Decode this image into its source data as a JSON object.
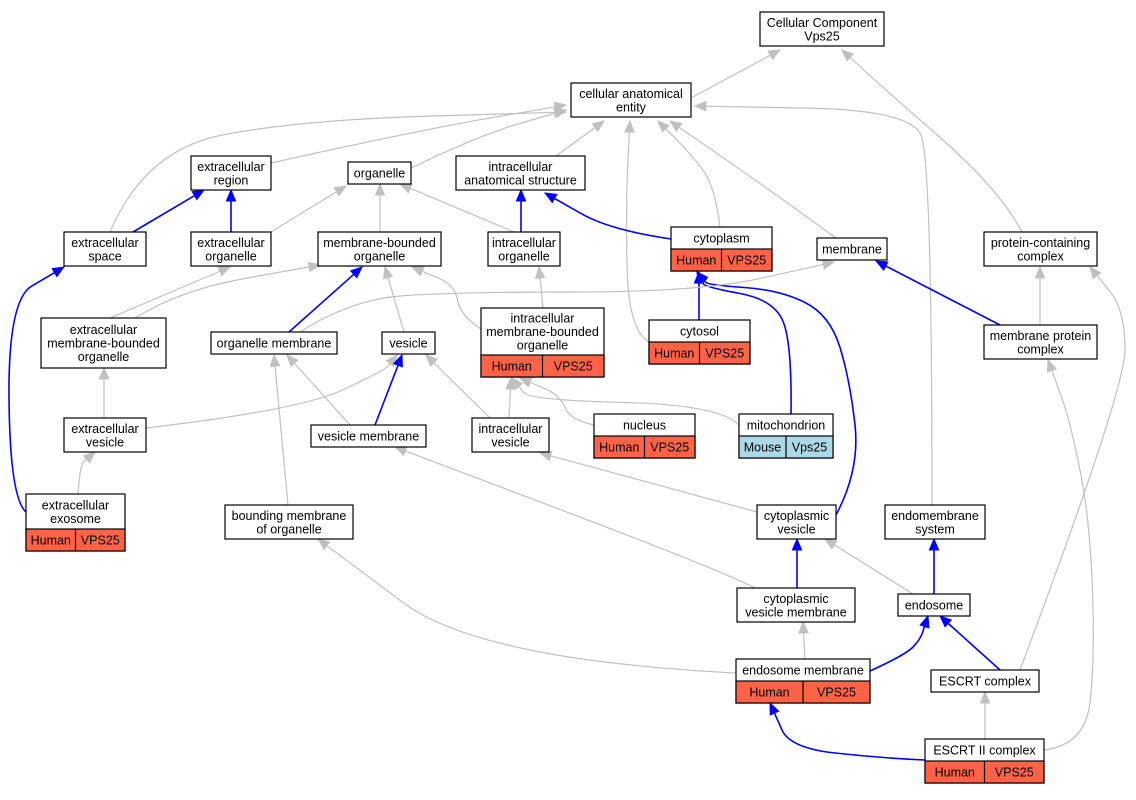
{
  "colors": {
    "human": "#ff6347",
    "mouse": "#add8e6",
    "is_a_edge": "#c0c0c0",
    "part_of_edge": "#0000ff"
  },
  "nodes": [
    {
      "id": "cc",
      "lines": [
        "Cellular Component",
        "Vps25"
      ]
    },
    {
      "id": "cae",
      "lines": [
        "cellular anatomical",
        "entity"
      ]
    },
    {
      "id": "er",
      "lines": [
        "extracellular",
        "region"
      ]
    },
    {
      "id": "organelle",
      "lines": [
        "organelle"
      ]
    },
    {
      "id": "ias",
      "lines": [
        "intracellular",
        "anatomical structure"
      ]
    },
    {
      "id": "es",
      "lines": [
        "extracellular",
        "space"
      ]
    },
    {
      "id": "eo",
      "lines": [
        "extracellular",
        "organelle"
      ]
    },
    {
      "id": "mbo",
      "lines": [
        "membrane-bounded",
        "organelle"
      ]
    },
    {
      "id": "io",
      "lines": [
        "intracellular",
        "organelle"
      ]
    },
    {
      "id": "cytoplasm",
      "lines": [
        "cytoplasm"
      ],
      "species": [
        [
          "Human",
          "VPS25"
        ]
      ]
    },
    {
      "id": "membrane",
      "lines": [
        "membrane"
      ]
    },
    {
      "id": "pcc",
      "lines": [
        "protein-containing",
        "complex"
      ]
    },
    {
      "id": "embo",
      "lines": [
        "extracellular",
        "membrane-bounded",
        "organelle"
      ]
    },
    {
      "id": "om",
      "lines": [
        "organelle membrane"
      ]
    },
    {
      "id": "vesicle",
      "lines": [
        "vesicle"
      ]
    },
    {
      "id": "imbo",
      "lines": [
        "intracellular",
        "membrane-bounded",
        "organelle"
      ],
      "species": [
        [
          "Human",
          "VPS25"
        ]
      ]
    },
    {
      "id": "cytosol",
      "lines": [
        "cytosol"
      ],
      "species": [
        [
          "Human",
          "VPS25"
        ]
      ]
    },
    {
      "id": "mpc",
      "lines": [
        "membrane protein",
        "complex"
      ]
    },
    {
      "id": "ev",
      "lines": [
        "extracellular",
        "vesicle"
      ]
    },
    {
      "id": "vm",
      "lines": [
        "vesicle membrane"
      ]
    },
    {
      "id": "iv",
      "lines": [
        "intracellular",
        "vesicle"
      ]
    },
    {
      "id": "nucleus",
      "lines": [
        "nucleus"
      ],
      "species": [
        [
          "Human",
          "VPS25"
        ]
      ]
    },
    {
      "id": "mito",
      "lines": [
        "mitochondrion"
      ],
      "species": [
        [
          "Mouse",
          "Vps25"
        ]
      ]
    },
    {
      "id": "exo",
      "lines": [
        "extracellular",
        "exosome"
      ],
      "species": [
        [
          "Human",
          "VPS25"
        ]
      ]
    },
    {
      "id": "bmo",
      "lines": [
        "bounding membrane",
        "of organelle"
      ]
    },
    {
      "id": "cv",
      "lines": [
        "cytoplasmic",
        "vesicle"
      ]
    },
    {
      "id": "ems",
      "lines": [
        "endomembrane",
        "system"
      ]
    },
    {
      "id": "cvm",
      "lines": [
        "cytoplasmic",
        "vesicle membrane"
      ]
    },
    {
      "id": "endosome",
      "lines": [
        "endosome"
      ]
    },
    {
      "id": "edm",
      "lines": [
        "endosome membrane"
      ],
      "species": [
        [
          "Human",
          "VPS25"
        ]
      ]
    },
    {
      "id": "escrt",
      "lines": [
        "ESCRT complex"
      ]
    },
    {
      "id": "escrt2",
      "lines": [
        "ESCRT II complex"
      ],
      "species": [
        [
          "Human",
          "VPS25"
        ]
      ]
    }
  ],
  "edges": [
    {
      "from": "cae",
      "to": "cc",
      "type": "is_a"
    },
    {
      "from": "pcc",
      "to": "cc",
      "type": "is_a"
    },
    {
      "from": "er",
      "to": "cae",
      "type": "is_a"
    },
    {
      "from": "organelle",
      "to": "cae",
      "type": "is_a"
    },
    {
      "from": "ias",
      "to": "cae",
      "type": "is_a"
    },
    {
      "from": "es",
      "to": "cae",
      "type": "is_a"
    },
    {
      "from": "cytoplasm",
      "to": "cae",
      "type": "is_a"
    },
    {
      "from": "cytosol",
      "to": "cae",
      "type": "is_a"
    },
    {
      "from": "membrane",
      "to": "cae",
      "type": "is_a"
    },
    {
      "from": "ems",
      "to": "cae",
      "type": "is_a"
    },
    {
      "from": "es",
      "to": "er",
      "type": "part_of"
    },
    {
      "from": "eo",
      "to": "er",
      "type": "part_of"
    },
    {
      "from": "eo",
      "to": "organelle",
      "type": "is_a"
    },
    {
      "from": "mbo",
      "to": "organelle",
      "type": "is_a"
    },
    {
      "from": "io",
      "to": "organelle",
      "type": "is_a"
    },
    {
      "from": "io",
      "to": "ias",
      "type": "part_of"
    },
    {
      "from": "cytoplasm",
      "to": "ias",
      "type": "part_of"
    },
    {
      "from": "embo",
      "to": "eo",
      "type": "is_a"
    },
    {
      "from": "embo",
      "to": "mbo",
      "type": "is_a"
    },
    {
      "from": "om",
      "to": "mbo",
      "type": "part_of"
    },
    {
      "from": "vesicle",
      "to": "mbo",
      "type": "is_a"
    },
    {
      "from": "imbo",
      "to": "mbo",
      "type": "is_a"
    },
    {
      "from": "imbo",
      "to": "io",
      "type": "is_a"
    },
    {
      "from": "cytosol",
      "to": "cytoplasm",
      "type": "part_of"
    },
    {
      "from": "mito",
      "to": "cytoplasm",
      "type": "part_of"
    },
    {
      "from": "cv",
      "to": "cytoplasm",
      "type": "part_of"
    },
    {
      "from": "om",
      "to": "membrane",
      "type": "is_a"
    },
    {
      "from": "mpc",
      "to": "membrane",
      "type": "part_of"
    },
    {
      "from": "mpc",
      "to": "pcc",
      "type": "is_a"
    },
    {
      "from": "escrt",
      "to": "pcc",
      "type": "is_a"
    },
    {
      "from": "ev",
      "to": "embo",
      "type": "is_a"
    },
    {
      "from": "ev",
      "to": "vesicle",
      "type": "is_a"
    },
    {
      "from": "vm",
      "to": "om",
      "type": "is_a"
    },
    {
      "from": "vm",
      "to": "vesicle",
      "type": "part_of"
    },
    {
      "from": "iv",
      "to": "vesicle",
      "type": "is_a"
    },
    {
      "from": "iv",
      "to": "imbo",
      "type": "is_a"
    },
    {
      "from": "nucleus",
      "to": "imbo",
      "type": "is_a"
    },
    {
      "from": "mito",
      "to": "imbo",
      "type": "is_a"
    },
    {
      "from": "exo",
      "to": "ev",
      "type": "is_a"
    },
    {
      "from": "exo",
      "to": "es",
      "type": "part_of"
    },
    {
      "from": "bmo",
      "to": "om",
      "type": "is_a"
    },
    {
      "from": "cv",
      "to": "iv",
      "type": "is_a"
    },
    {
      "from": "cvm",
      "to": "vm",
      "type": "is_a"
    },
    {
      "from": "cvm",
      "to": "cv",
      "type": "part_of"
    },
    {
      "from": "endosome",
      "to": "cv",
      "type": "is_a"
    },
    {
      "from": "endosome",
      "to": "ems",
      "type": "part_of"
    },
    {
      "from": "edm",
      "to": "bmo",
      "type": "is_a"
    },
    {
      "from": "edm",
      "to": "cvm",
      "type": "is_a"
    },
    {
      "from": "edm",
      "to": "endosome",
      "type": "part_of"
    },
    {
      "from": "escrt",
      "to": "endosome",
      "type": "part_of"
    },
    {
      "from": "escrt2",
      "to": "escrt",
      "type": "is_a"
    },
    {
      "from": "escrt2",
      "to": "edm",
      "type": "part_of"
    },
    {
      "from": "escrt2",
      "to": "mpc",
      "type": "is_a"
    }
  ]
}
